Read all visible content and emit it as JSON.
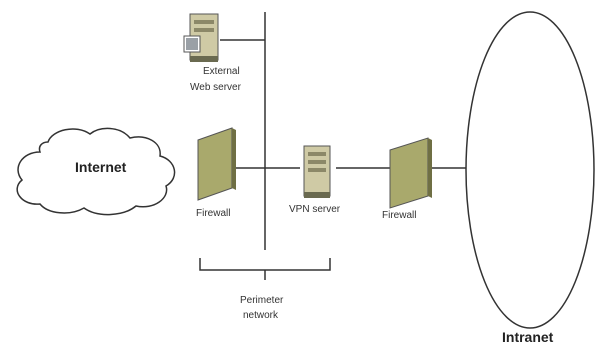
{
  "labels": {
    "external_web_server_line1": "External",
    "external_web_server_line2": "Web server",
    "internet": "Internet",
    "firewall_left": "Firewall",
    "vpn_server": "VPN server",
    "firewall_right": "Firewall",
    "perimeter_line1": "Perimeter",
    "perimeter_line2": "network",
    "intranet": "Intranet"
  },
  "colors": {
    "firewall_fill": "#a9a96c",
    "server_fill": "#cfcaa5",
    "line": "#333333"
  },
  "icons": {
    "web_server": "server-tower-icon",
    "vpn_server": "server-tower-icon",
    "firewall": "firewall-panel-icon",
    "internet": "cloud-icon"
  }
}
